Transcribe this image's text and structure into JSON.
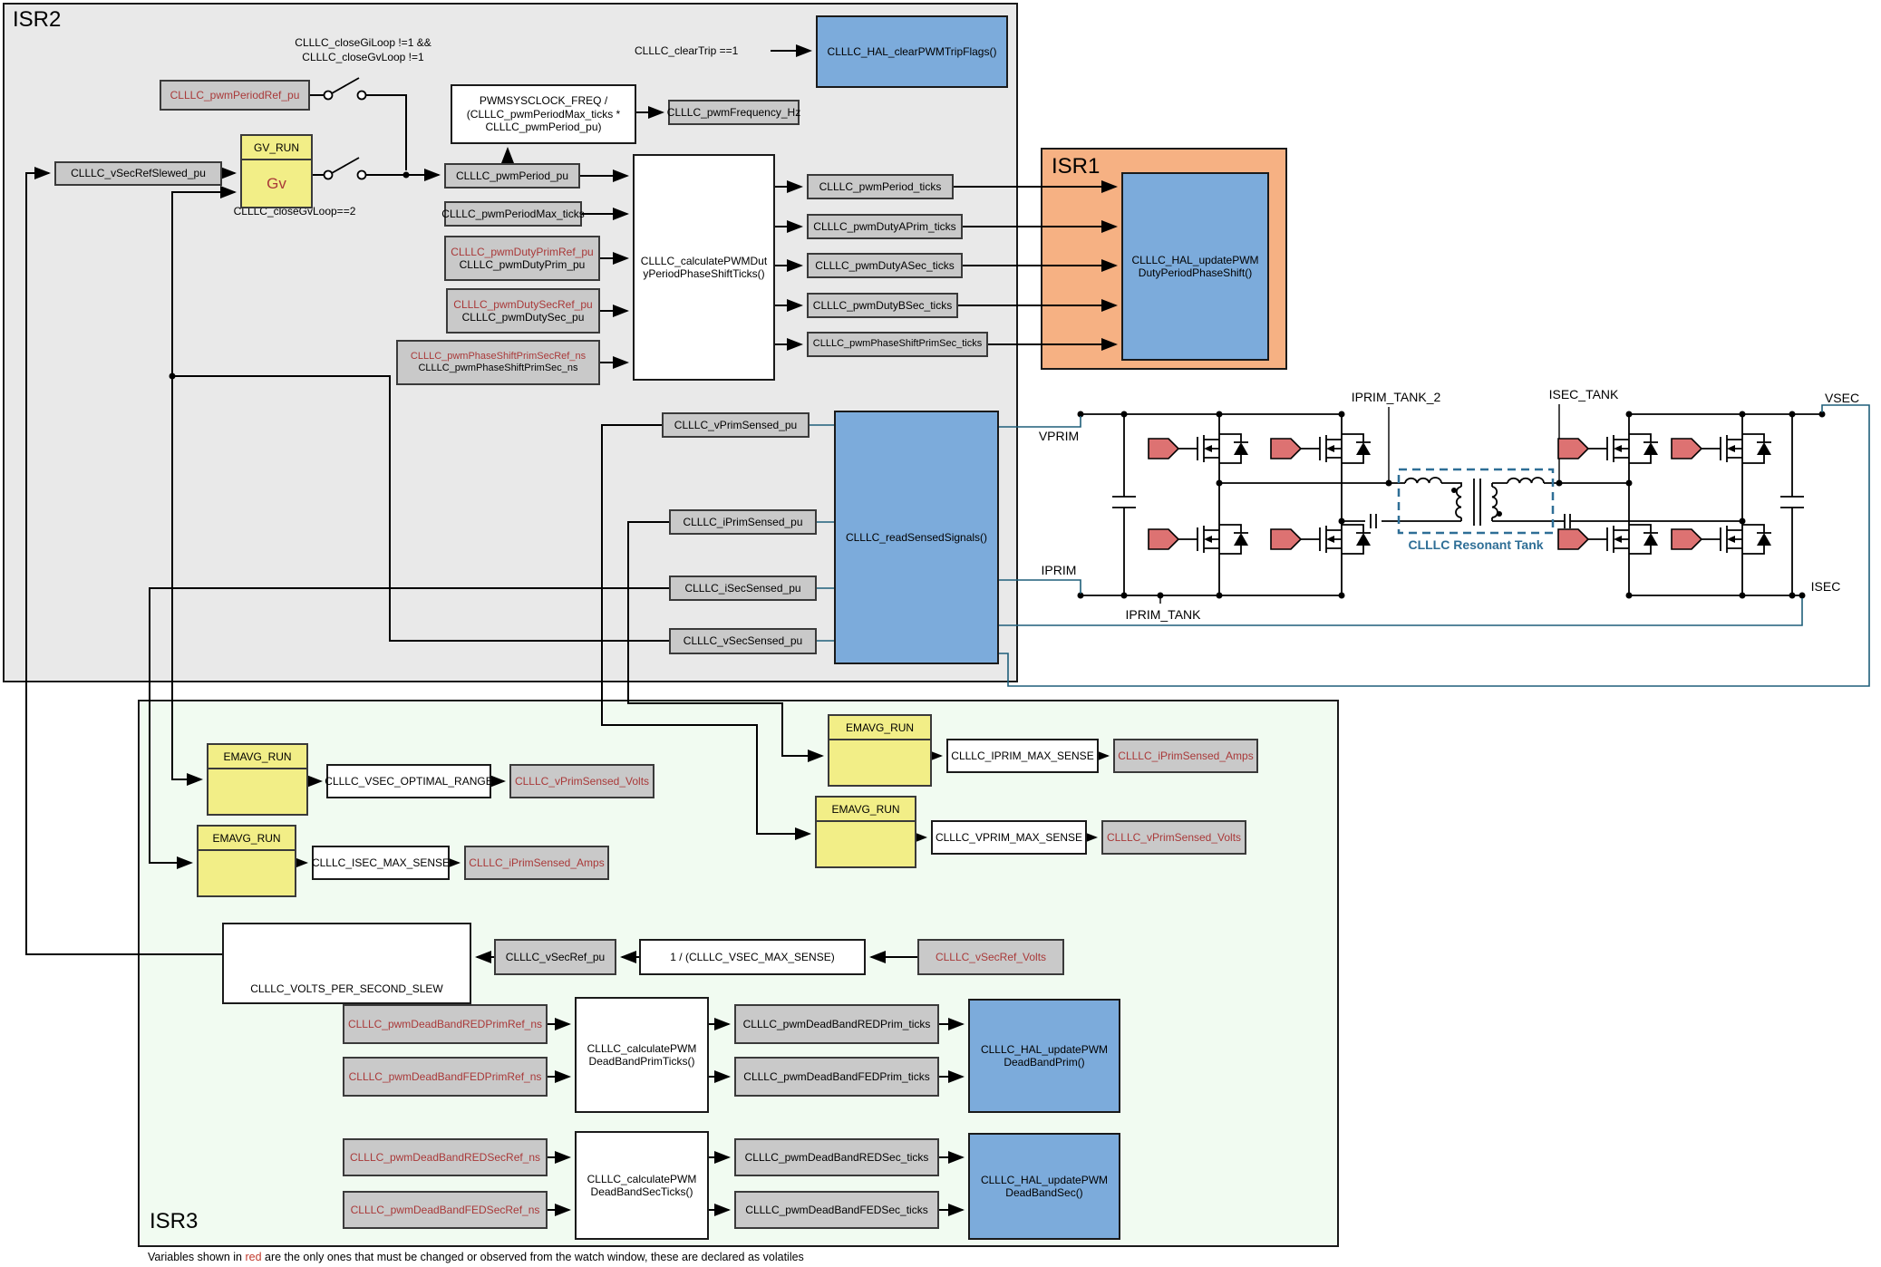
{
  "colors": {
    "region_gray": "#e9e9e9",
    "region_orange": "#f6b183",
    "region_green": "#f1fbf1",
    "box_gray": "#c9c9c9",
    "box_blue": "#7cabdb",
    "box_yellow": "#f2ee87",
    "red_text": "#a93939",
    "wire_teal": "#1f5f7a",
    "gate_red": "#dd7272"
  },
  "isr2": {
    "title": "ISR2",
    "period_ref": "CLLLC_pwmPeriodRef_pu",
    "cond_top_1": "CLLLC_closeGiLoop !=1 &&",
    "cond_top_2": "CLLLC_closeGvLoop !=1",
    "cond_bottom": "CLLLC_closeGvLoop==2",
    "gv_header": "GV_RUN",
    "gv_body": "Gv",
    "vsec_ref_slewed": "CLLLC_vSecRefSlewed_pu",
    "formula_l1": "PWMSYSCLOCK_FREQ /",
    "formula_l2": "(CLLLC_pwmPeriodMax_ticks *",
    "formula_l3": "CLLLC_pwmPeriod_pu)",
    "pwm_frequency": "CLLLC_pwmFrequency_Hz",
    "clear_trip": "CLLLC_clearTrip ==1",
    "clear_trip_fn": "CLLLC_HAL_clearPWMTripFlags()",
    "pwm_period_pu": "CLLLC_pwmPeriod_pu",
    "pwm_period_max": "CLLLC_pwmPeriodMax_ticks",
    "duty_prim_ref": "CLLLC_pwmDutyPrimRef_pu",
    "duty_prim": "CLLLC_pwmDutyPrim_pu",
    "duty_sec_ref": "CLLLC_pwmDutySecRef_pu",
    "duty_sec": "CLLLC_pwmDutySec_pu",
    "phase_ref": "CLLLC_pwmPhaseShiftPrimSecRef_ns",
    "phase": "CLLLC_pwmPhaseShiftPrimSec_ns",
    "calc_l1": "CLLLC_calculatePWMDut",
    "calc_l2": "yPeriodPhaseShiftTicks()",
    "out_period": "CLLLC_pwmPeriod_ticks",
    "out_duty_a_prim": "CLLLC_pwmDutyAPrim_ticks",
    "out_duty_a_sec": "CLLLC_pwmDutyASec_ticks",
    "out_duty_b_sec": "CLLLC_pwmDutyBSec_ticks",
    "out_phase": "CLLLC_pwmPhaseShiftPrimSec_ticks",
    "v_prim_sensed": "CLLLC_vPrimSensed_pu",
    "i_prim_sensed": "CLLLC_iPrimSensed_pu",
    "i_sec_sensed": "CLLLC_iSecSensed_pu",
    "v_sec_sensed": "CLLLC_vSecSensed_pu",
    "read_signals": "CLLLC_readSensedSignals()"
  },
  "isr1": {
    "title": "ISR1",
    "hal_l1": "CLLLC_HAL_updatePWM",
    "hal_l2": "DutyPeriodPhaseShift()"
  },
  "circuit": {
    "vprim": "VPRIM",
    "iprim": "IPRIM",
    "iprim_tank": "IPRIM_TANK",
    "iprim_tank_2": "IPRIM_TANK_2",
    "isec_tank": "ISEC_TANK",
    "vsec": "VSEC",
    "isec": "ISEC",
    "tank_label": "CLLLC Resonant Tank"
  },
  "isr3": {
    "title": "ISR3",
    "emavg": "EMAVG_RUN",
    "vsec_optimal": "CLLLC_VSEC_OPTIMAL_RANGE",
    "vprim_volts": "CLLLC_vPrimSensed_Volts",
    "isec_max": "CLLLC_ISEC_MAX_SENSE",
    "iprim_amps": "CLLLC_iPrimSensed_Amps",
    "iprim_max": "CLLLC_IPRIM_MAX_SENSE",
    "vprim_max": "CLLLC_VPRIM_MAX_SENSE",
    "slew": "CLLLC_VOLTS_PER_SECOND_SLEW",
    "vsec_ref_pu": "CLLLC_vSecRef_pu",
    "inv_vsec_max": "1 / (CLLLC_VSEC_MAX_SENSE)",
    "vsec_ref_volts": "CLLLC_vSecRef_Volts",
    "red_prim_ref": "CLLLC_pwmDeadBandREDPrimRef_ns",
    "fed_prim_ref": "CLLLC_pwmDeadBandFEDPrimRef_ns",
    "calc_prim_l1": "CLLLC_calculatePWM",
    "calc_prim_l2": "DeadBandPrimTicks()",
    "red_prim_ticks": "CLLLC_pwmDeadBandREDPrim_ticks",
    "fed_prim_ticks": "CLLLC_pwmDeadBandFEDPrim_ticks",
    "hal_prim_l1": "CLLLC_HAL_updatePWM",
    "hal_prim_l2": "DeadBandPrim()",
    "red_sec_ref": "CLLLC_pwmDeadBandREDSecRef_ns",
    "fed_sec_ref": "CLLLC_pwmDeadBandFEDSecRef_ns",
    "calc_sec_l1": "CLLLC_calculatePWM",
    "calc_sec_l2": "DeadBandSecTicks()",
    "red_sec_ticks": "CLLLC_pwmDeadBandREDSec_ticks",
    "fed_sec_ticks": "CLLLC_pwmDeadBandFEDSec_ticks",
    "hal_sec_l1": "CLLLC_HAL_updatePWM",
    "hal_sec_l2": "DeadBandSec()"
  },
  "footnote": {
    "pre": "Variables shown in ",
    "red_word": "red",
    "post": " are the only ones that must be changed or observed from the watch window, these are declared as volatiles"
  }
}
